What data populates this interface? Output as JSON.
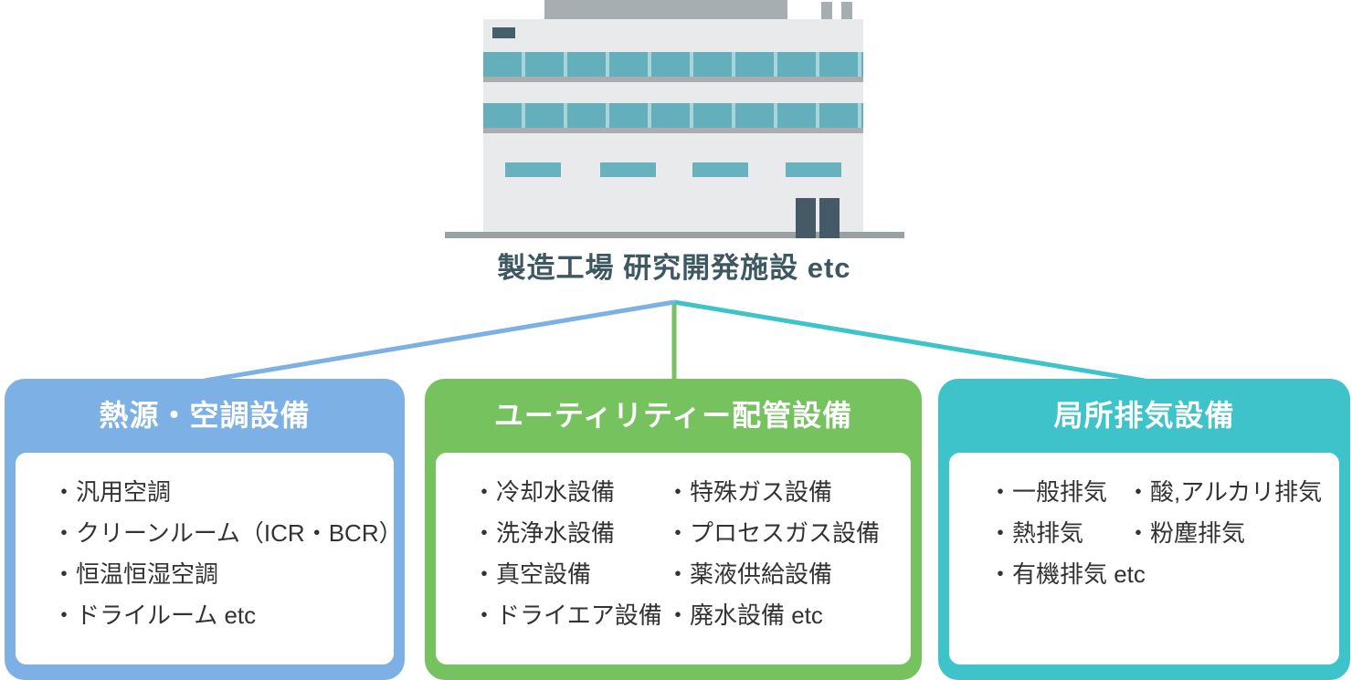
{
  "building": {
    "caption": "製造工場 研究開発施設 etc",
    "colors": {
      "body": "#e9eaeb",
      "roof": "#a7aeb2",
      "window_band": "#63afbc",
      "window_divider": "#a9d4da",
      "shadow_strip": "#a9adb0",
      "small_window": "#68b2bf",
      "door": "#455a66",
      "sign": "#44606b",
      "base": "#9aa1a5",
      "caption_text": "#3e5862"
    }
  },
  "connectors": [
    {
      "target": "hvac",
      "color": "#7db1e5"
    },
    {
      "target": "utility",
      "color": "#76c25f"
    },
    {
      "target": "exhaust",
      "color": "#3dc3c9"
    }
  ],
  "boxes": [
    {
      "id": "hvac",
      "title": "熱源・空調設備",
      "accent": "#7db1e5",
      "columns": [
        [
          "・汎用空調",
          "・クリーンルーム（ICR・BCR）",
          "・恒温恒湿空調",
          "・ドライルーム etc"
        ]
      ]
    },
    {
      "id": "utility-piping",
      "title": "ユーティリティー配管設備",
      "accent": "#76c25f",
      "columns": [
        [
          "・冷却水設備",
          "・洗浄水設備",
          "・真空設備",
          "・ドライエア設備"
        ],
        [
          "・特殊ガス設備",
          "・プロセスガス設備",
          "・薬液供給設備",
          "・廃水設備 etc"
        ]
      ]
    },
    {
      "id": "local-exhaust",
      "title": "局所排気設備",
      "accent": "#3dc3c9",
      "columns": [
        [
          "・一般排気",
          "・熱排気",
          "・有機排気 etc"
        ],
        [
          "・酸,アルカリ排気",
          "・粉塵排気"
        ]
      ]
    }
  ],
  "text_color": "#333333"
}
